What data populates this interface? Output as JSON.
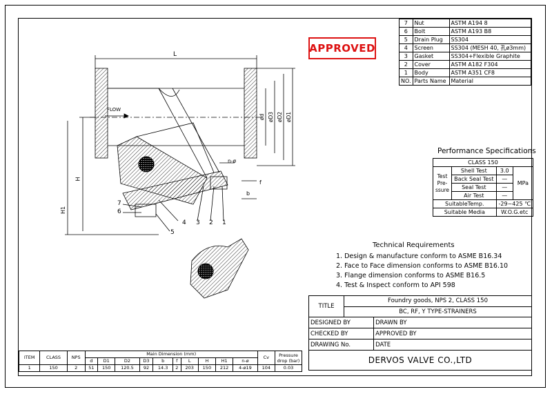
{
  "stamp": "APPROVED",
  "parts": {
    "rows": [
      {
        "no": "7",
        "name": "Nut",
        "material": "ASTM A194 8"
      },
      {
        "no": "6",
        "name": "Bolt",
        "material": "ASTM A193 B8"
      },
      {
        "no": "5",
        "name": "Drain Plug",
        "material": "SS304"
      },
      {
        "no": "4",
        "name": "Screen",
        "material": "SS304 (MESH 40, 孔ø3mm)"
      },
      {
        "no": "3",
        "name": "Gasket",
        "material": "SS304+Flexible Graphite"
      },
      {
        "no": "2",
        "name": "Cover",
        "material": "ASTM A182 F304"
      },
      {
        "no": "1",
        "name": "Body",
        "material": "ASTM A351 CF8"
      }
    ],
    "header": {
      "no": "NO.",
      "name": "Parts Name",
      "material": "Material"
    }
  },
  "performance": {
    "title": "Performance Specifications",
    "class": "CLASS 150",
    "test_label": "Test Pre- ssure",
    "rows": [
      {
        "name": "Shell Test",
        "value": "3.0"
      },
      {
        "name": "Back Seal Test",
        "value": "—"
      },
      {
        "name": "Seal Test",
        "value": "—"
      },
      {
        "name": "Air Test",
        "value": "—"
      }
    ],
    "unit": "MPa",
    "temp_label": "SuitableTemp.",
    "temp_value": "-29~425 ℃",
    "media_label": "Suitable Media",
    "media_value": "W.O.G.etc"
  },
  "requirements": {
    "title": "Technical Requirements",
    "items": [
      "1. Design & manufacture conform to ASME B16.34",
      "2. Face to Face dimension conforms to ASME B16.10",
      "3. Flange dimension conforms to ASME B16.5",
      "4. Test & Inspect conform to API 598"
    ]
  },
  "title_block": {
    "title_label": "TITLE",
    "title_line1": "Foundry goods, NPS 2, CLASS 150",
    "title_line2": "BC, RF, Y TYPE-STRAINERS",
    "designed_by": "DESIGNED BY",
    "drawn_by": "DRAWN BY",
    "checked_by": "CHECKED  BY",
    "approved_by": "APPROVED BY",
    "drawing_no": "DRAWING No.",
    "date": "DATE",
    "company": "DERVOS VALVE CO.,LTD"
  },
  "dimensions": {
    "main_header": "Main Dimension (mm)",
    "headers": {
      "item": "ITEM",
      "class": "CLASS",
      "nps": "NPS",
      "cv": "Cv",
      "pd": "Pressure drop (bar)"
    },
    "columns": [
      "d",
      "D1",
      "D2",
      "D3",
      "b",
      "f",
      "L",
      "H",
      "H1",
      "n-ø"
    ],
    "row": {
      "item": "1",
      "class": "150",
      "nps": "2",
      "values": [
        "51",
        "150",
        "120.5",
        "92",
        "14.3",
        "2",
        "203",
        "150",
        "212",
        "4-ø19"
      ],
      "cv": "104",
      "pd": "0.03"
    }
  },
  "drawing_labels": {
    "L": "L",
    "H": "H",
    "H1": "H1",
    "d": "ød",
    "D3": "øD3",
    "D2": "øD2",
    "D1": "øD1",
    "flow": "FLOW",
    "nphi": "n-ø",
    "f": "f",
    "b": "b",
    "c1": "1",
    "c2": "2",
    "c3": "3",
    "c4": "4",
    "c5": "5",
    "c6": "6",
    "c7": "7"
  }
}
